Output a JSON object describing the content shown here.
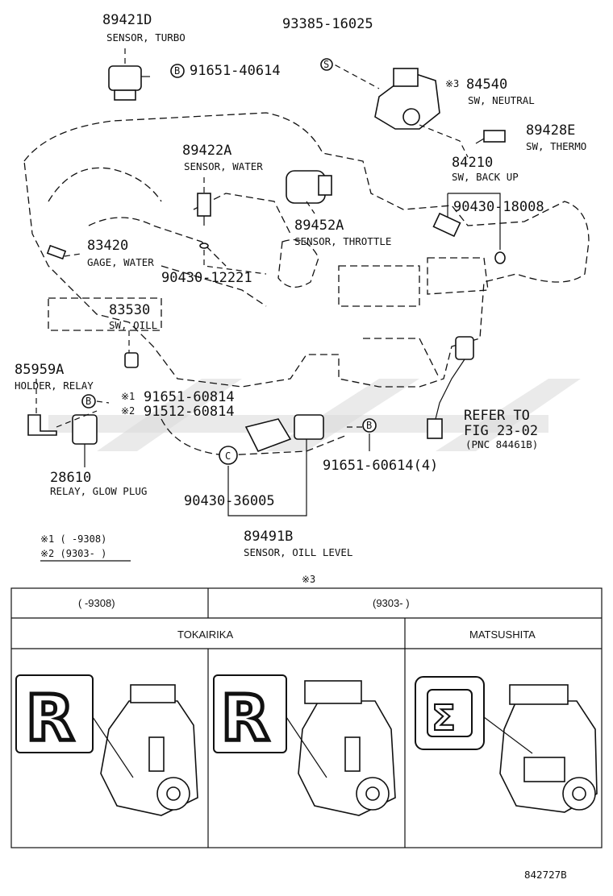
{
  "parts": [
    {
      "id": "p89421D",
      "number": "89421D",
      "name": "SENSOR, TURBO"
    },
    {
      "id": "p93385",
      "number": "93385-16025",
      "name": ""
    },
    {
      "id": "p91651_40614",
      "number": "91651-40614",
      "name": "",
      "mark": "B"
    },
    {
      "id": "p84540",
      "number": "84540",
      "name": "SW, NEUTRAL",
      "note": "※3"
    },
    {
      "id": "p89428E",
      "number": "89428E",
      "name": "SW, THERMO"
    },
    {
      "id": "p89422A",
      "number": "89422A",
      "name": "SENSOR, WATER"
    },
    {
      "id": "p84210",
      "number": "84210",
      "name": "SW, BACK UP"
    },
    {
      "id": "p90430_18008",
      "number": "90430-18008",
      "name": ""
    },
    {
      "id": "p89452A",
      "number": "89452A",
      "name": "SENSOR, THROTTLE"
    },
    {
      "id": "p83420",
      "number": "83420",
      "name": "GAGE, WATER"
    },
    {
      "id": "p90430_12221",
      "number": "90430-12221",
      "name": ""
    },
    {
      "id": "p83530",
      "number": "83530",
      "name": "SW, OILL"
    },
    {
      "id": "p85959A",
      "number": "85959A",
      "name": "HOLDER, RELAY"
    },
    {
      "id": "p91651_60814",
      "number": "91651-60814",
      "name": "",
      "note": "※1",
      "mark": "B"
    },
    {
      "id": "p91512_60814",
      "number": "91512-60814",
      "name": "",
      "note": "※2"
    },
    {
      "id": "p91651_60614",
      "number": "91651-60614(4)",
      "name": "",
      "mark": "B"
    },
    {
      "id": "p28610",
      "number": "28610",
      "name": "RELAY, GLOW PLUG"
    },
    {
      "id": "p90430_36005",
      "number": "90430-36005",
      "name": "",
      "mark": "C"
    },
    {
      "id": "p89491B",
      "number": "89491B",
      "name": "SENSOR, OILL LEVEL"
    }
  ],
  "mark_s": "S",
  "refer": {
    "line1": "REFER TO",
    "line2": "FIG 23-02",
    "line3": "(PNC 84461B)"
  },
  "footnotes": {
    "n1": "※1 (     -9308)",
    "n2": "※2 (9303-     )"
  },
  "table": {
    "mark": "※3",
    "period1": "(      -9308)",
    "period2": "(9303-      )",
    "maker1": "TOKAIRIKA",
    "maker2": "MATSUSHITA",
    "logo1": "R",
    "logo2": "Σ"
  },
  "figure_code": "842727B"
}
